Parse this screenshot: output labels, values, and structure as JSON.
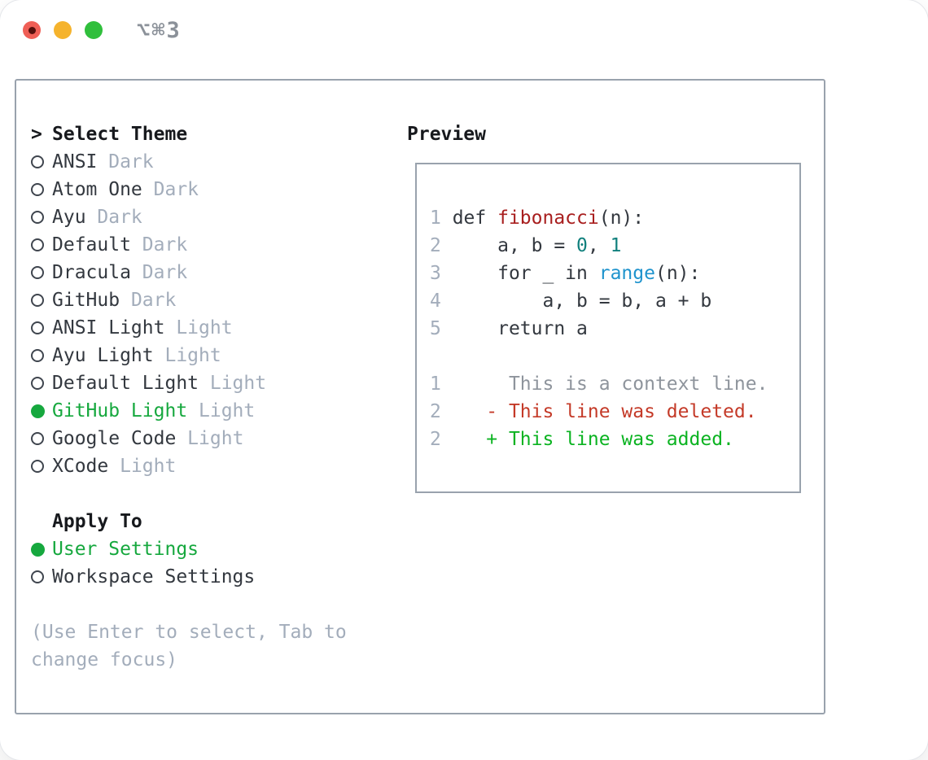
{
  "window": {
    "title": "⌥⌘3"
  },
  "theme_list": {
    "cursor": ">",
    "header": "Select Theme",
    "items": [
      {
        "name": "ANSI",
        "tag": "Dark",
        "selected": false
      },
      {
        "name": "Atom One",
        "tag": "Dark",
        "selected": false
      },
      {
        "name": "Ayu",
        "tag": "Dark",
        "selected": false
      },
      {
        "name": "Default",
        "tag": "Dark",
        "selected": false
      },
      {
        "name": "Dracula",
        "tag": "Dark",
        "selected": false
      },
      {
        "name": "GitHub",
        "tag": "Dark",
        "selected": false
      },
      {
        "name": "ANSI Light",
        "tag": "Light",
        "selected": false
      },
      {
        "name": "Ayu Light",
        "tag": "Light",
        "selected": false
      },
      {
        "name": "Default Light",
        "tag": "Light",
        "selected": false
      },
      {
        "name": "GitHub Light",
        "tag": "Light",
        "selected": true
      },
      {
        "name": "Google Code",
        "tag": "Light",
        "selected": false
      },
      {
        "name": "XCode",
        "tag": "Light",
        "selected": false
      }
    ]
  },
  "apply_to": {
    "header": "Apply To",
    "items": [
      {
        "name": "User Settings",
        "selected": true
      },
      {
        "name": "Workspace Settings",
        "selected": false
      }
    ]
  },
  "help_lines": [
    "(Use Enter to select, Tab to",
    "change focus)"
  ],
  "preview": {
    "header": "Preview",
    "lines": [
      {
        "num": "1",
        "tokens": [
          {
            "t": "def ",
            "c": "plain"
          },
          {
            "t": "fibonacci",
            "c": "func"
          },
          {
            "t": "(n):",
            "c": "plain"
          }
        ]
      },
      {
        "num": "2",
        "tokens": [
          {
            "t": "    a, b = ",
            "c": "plain"
          },
          {
            "t": "0",
            "c": "num"
          },
          {
            "t": ", ",
            "c": "plain"
          },
          {
            "t": "1",
            "c": "num"
          }
        ]
      },
      {
        "num": "3",
        "tokens": [
          {
            "t": "    for _ in ",
            "c": "plain"
          },
          {
            "t": "range",
            "c": "builtin"
          },
          {
            "t": "(n):",
            "c": "plain"
          }
        ]
      },
      {
        "num": "4",
        "tokens": [
          {
            "t": "        a, b = b, a + b",
            "c": "plain"
          }
        ]
      },
      {
        "num": "5",
        "tokens": [
          {
            "t": "    return a",
            "c": "plain"
          }
        ]
      },
      {
        "num": "",
        "tokens": []
      },
      {
        "num": "1",
        "tokens": [
          {
            "t": "     This is a context line.",
            "c": "context"
          }
        ]
      },
      {
        "num": "2",
        "tokens": [
          {
            "t": "   - This line was deleted.",
            "c": "deleted"
          }
        ]
      },
      {
        "num": "2",
        "tokens": [
          {
            "t": "   + This line was added.",
            "c": "added"
          }
        ]
      }
    ]
  },
  "colors": {
    "accent-green": "#16a83e",
    "text-dark": "#17191d",
    "name-gray": "#33383f",
    "tag-gray": "#a3adbb",
    "help-gray": "#a3adbb",
    "border-gray": "#99a2ad",
    "title-gray": "#8b9199",
    "func-red": "#a81e1e",
    "num-teal": "#11807d",
    "builtin-blue": "#1e93cd",
    "ctx-gray": "#8e949c",
    "del-red": "#c43a28",
    "add-green": "#0bb321",
    "tl-red": "#ef5f56",
    "tl-red-dot": "#55100c",
    "tl-yellow": "#f5b32d",
    "tl-green": "#30bf3c"
  }
}
